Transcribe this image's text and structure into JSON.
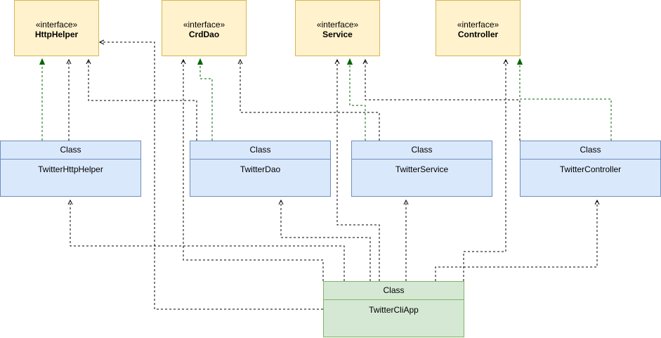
{
  "interfaces": [
    {
      "id": "httphelper",
      "stereotype": "«interface»",
      "name": "HttpHelper"
    },
    {
      "id": "crddao",
      "stereotype": "«interface»",
      "name": "CrdDao"
    },
    {
      "id": "service",
      "stereotype": "«interface»",
      "name": "Service"
    },
    {
      "id": "controller",
      "stereotype": "«interface»",
      "name": "Controller"
    }
  ],
  "classes": [
    {
      "id": "httphelper_impl",
      "header": "Class",
      "name": "TwitterHttpHelper"
    },
    {
      "id": "dao_impl",
      "header": "Class",
      "name": "TwitterDao"
    },
    {
      "id": "service_impl",
      "header": "Class",
      "name": "TwitterService"
    },
    {
      "id": "controller_impl",
      "header": "Class",
      "name": "TwitterController"
    }
  ],
  "app": {
    "header": "Class",
    "name": "TwitterCliApp"
  },
  "colors": {
    "interface_fill": "#fff2cc",
    "interface_border": "#d6b656",
    "class_fill": "#dae8fc",
    "class_border": "#6c8ebf",
    "app_fill": "#d5e8d4",
    "app_border": "#82b366",
    "realization": "#006600",
    "dependency": "#000000"
  },
  "relations": [
    {
      "type": "realization",
      "from": "TwitterHttpHelper",
      "to": "HttpHelper"
    },
    {
      "type": "realization",
      "from": "TwitterDao",
      "to": "CrdDao"
    },
    {
      "type": "realization",
      "from": "TwitterService",
      "to": "Service"
    },
    {
      "type": "realization",
      "from": "TwitterController",
      "to": "Controller"
    },
    {
      "type": "dependency",
      "from": "TwitterHttpHelper",
      "to": "HttpHelper"
    },
    {
      "type": "dependency",
      "from": "TwitterDao",
      "to": "HttpHelper"
    },
    {
      "type": "dependency",
      "from": "TwitterService",
      "to": "CrdDao"
    },
    {
      "type": "dependency",
      "from": "TwitterController",
      "to": "Service"
    },
    {
      "type": "dependency",
      "from": "TwitterCliApp",
      "to": "HttpHelper"
    },
    {
      "type": "dependency",
      "from": "TwitterCliApp",
      "to": "CrdDao"
    },
    {
      "type": "dependency",
      "from": "TwitterCliApp",
      "to": "Service"
    },
    {
      "type": "dependency",
      "from": "TwitterCliApp",
      "to": "Controller"
    },
    {
      "type": "dependency",
      "from": "TwitterCliApp",
      "to": "TwitterHttpHelper"
    },
    {
      "type": "dependency",
      "from": "TwitterCliApp",
      "to": "TwitterDao"
    },
    {
      "type": "dependency",
      "from": "TwitterCliApp",
      "to": "TwitterService"
    },
    {
      "type": "dependency",
      "from": "TwitterCliApp",
      "to": "TwitterController"
    }
  ]
}
